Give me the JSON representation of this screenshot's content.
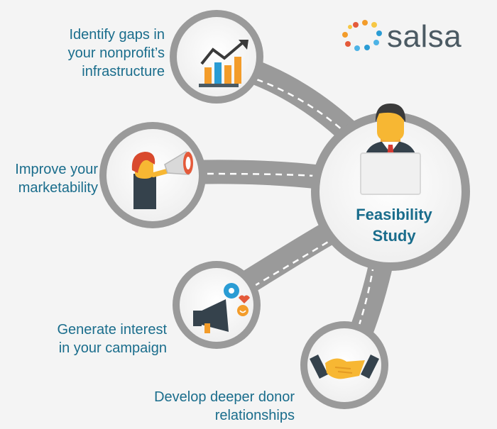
{
  "brand": {
    "name": "salsa"
  },
  "center": {
    "line1": "Feasibility",
    "line2": "Study"
  },
  "benefits": [
    {
      "line1": "Identify gaps in",
      "line2": "your nonprofit’s",
      "line3": "infrastructure",
      "icon": "growth-chart-icon"
    },
    {
      "line1": "Improve your",
      "line2": "marketability",
      "icon": "person-megaphone-icon"
    },
    {
      "line1": "Generate interest",
      "line2": "in your campaign",
      "icon": "social-megaphone-icon"
    },
    {
      "line1": "Develop deeper donor",
      "line2": "relationships",
      "icon": "handshake-icon"
    }
  ],
  "colors": {
    "label": "#1a6d8c",
    "connector": "#9a9a9a",
    "accent_orange": "#f39c2a",
    "accent_blue": "#2a9cd4"
  }
}
